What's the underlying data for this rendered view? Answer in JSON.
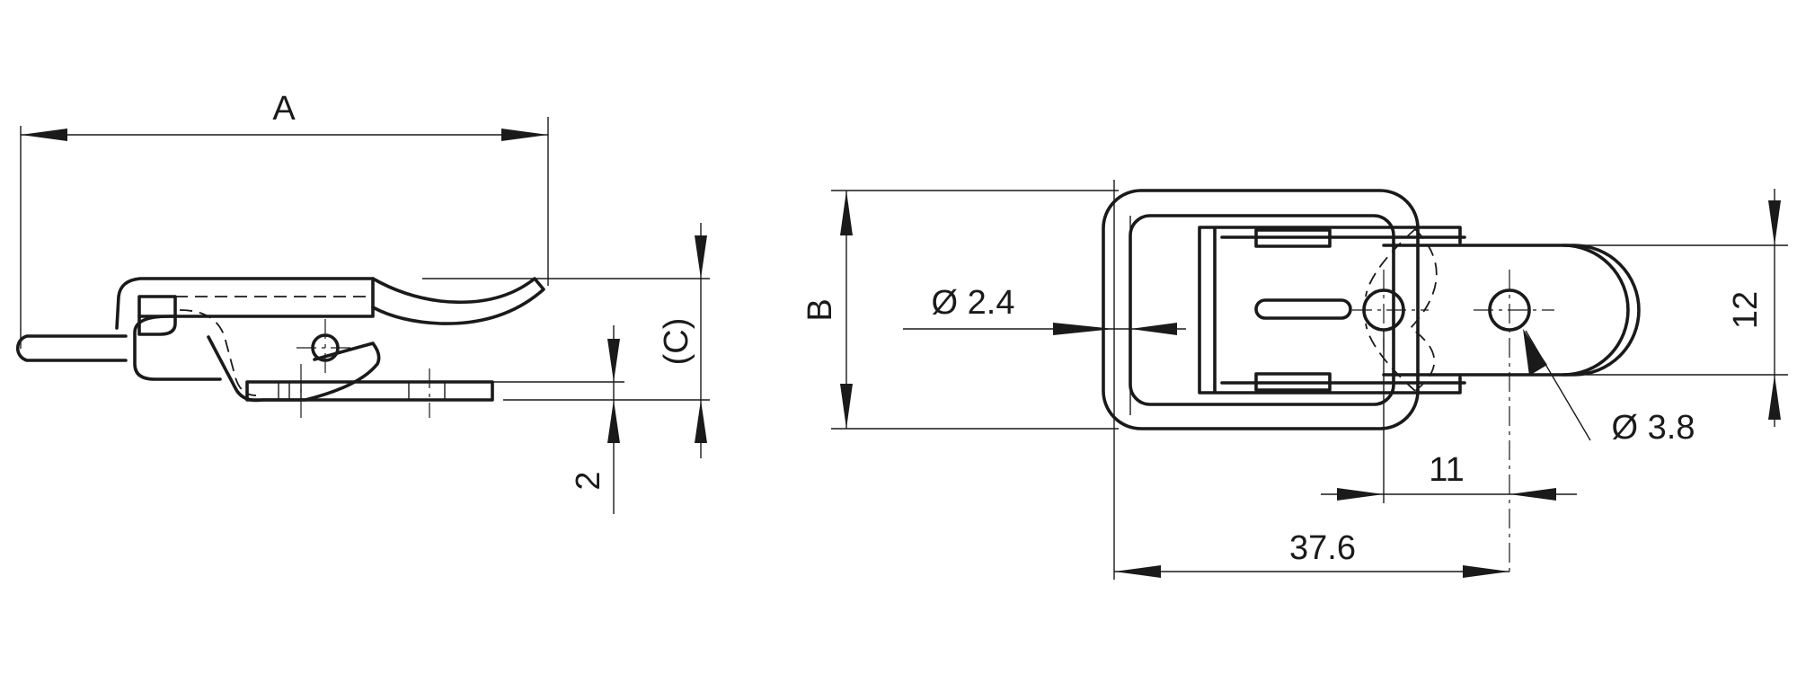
{
  "side_view": {
    "dim_A": "A",
    "dim_C": "(C)",
    "dim_2": "2"
  },
  "top_view": {
    "dim_B": "B",
    "dim_hole_small": "Ø 2.4",
    "dim_hole_large": "Ø 3.8",
    "dim_12": "12",
    "dim_11": "11",
    "dim_37_6": "37.6"
  }
}
